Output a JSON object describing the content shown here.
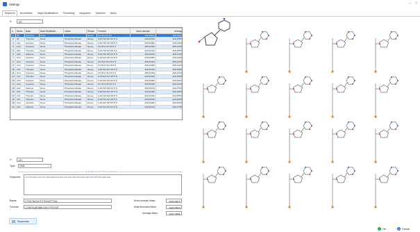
{
  "window": {
    "title": "Settings",
    "minimize": "–",
    "restore": "□"
  },
  "tabs": [
    "Sequence",
    "Nucleotides",
    "Target Modifications",
    "Processing",
    "Integration",
    "Spectrum",
    "Batch"
  ],
  "top": {
    "five_prime_label": "5':",
    "five_prime_value": "OH"
  },
  "grid": {
    "headers": [
      "#",
      "Name",
      "Base",
      "Base Modificati...",
      "Linker",
      "Ribose",
      "Formula",
      "Mono-isotopic",
      "Average"
    ],
    "rows": [
      [
        "1",
        "dC",
        "Cytosine",
        "None",
        "",
        "Deoxy",
        "C9 H11 N3 O2",
        "193.08513",
        "193.20414"
      ],
      [
        "2",
        "dT",
        "Thymine",
        "None",
        "Phosphorothioate",
        "Deoxy",
        "C10 H12 N2 O4 P S",
        "320.02310",
        "320.25576"
      ],
      [
        "3",
        "rGd",
        "Guanine",
        "None",
        "Phosphorothioate",
        "Deoxy",
        "C10 H12 N5 O4 P S",
        "345.02960",
        "345.26976"
      ],
      [
        "4",
        "sCd",
        "Cytosine",
        "None",
        "Phosphorothioate",
        "Deoxy",
        "C9 H12 N3 O4 P S",
        "305.02333",
        "305.24476"
      ],
      [
        "5",
        "dTd",
        "Thymine",
        "None",
        "Phosphorothioate",
        "Deoxy",
        "C10 H13 N2 O5 P S",
        "320.02310",
        "320.25576"
      ],
      [
        "6",
        "sAd",
        "Adenine",
        "None",
        "Phosphorothioate",
        "Deoxy",
        "C10 H12 N5 O3 P S",
        "329.03470",
        "329.27076"
      ],
      [
        "7",
        "sGd",
        "Guanine",
        "None",
        "Phosphorothioate",
        "Deoxy",
        "C10 H12 N5 O4 P S",
        "345.02960",
        "345.26976"
      ],
      [
        "8",
        "sCd",
        "Cytosine",
        "None",
        "Phosphorothioate",
        "Deoxy",
        "C9 H12 N3 O4 P S",
        "305.02333",
        "305.24476"
      ],
      [
        "9",
        "sCd",
        "Cytosine",
        "None",
        "Phosphorothioate",
        "Deoxy",
        "C9 H12 N3 O4 P S",
        "305.02333",
        "305.24476"
      ],
      [
        "10",
        "sTd",
        "Thymine",
        "None",
        "Phosphorothioate",
        "Deoxy",
        "C10 H13 N2 O5 P S",
        "320.02310",
        "320.25576"
      ],
      [
        "11",
        "sCd",
        "Cytosine",
        "None",
        "Phosphorothioate",
        "Deoxy",
        "C9 H12 N3 O4 P S",
        "305.02333",
        "305.24476"
      ],
      [
        "12",
        "sTd",
        "Thymine",
        "None",
        "Phosphorothioate",
        "Deoxy",
        "C10 H13 N2 O5 P S",
        "320.02310",
        "320.25576"
      ],
      [
        "13",
        "sGd",
        "Guanine",
        "None",
        "Phosphorothioate",
        "Deoxy",
        "C10 H12 N5 O4 P S",
        "345.02960",
        "345.26976"
      ],
      [
        "14",
        "sCd",
        "Cytosine",
        "None",
        "Phosphorothioate",
        "Deoxy",
        "C9 H12 N3 O4 P S",
        "305.02333",
        "305.24476"
      ],
      [
        "15",
        "sAd",
        "Adenine",
        "None",
        "Phosphorothioate",
        "Deoxy",
        "C10 H12 N5 O3 P S",
        "329.03470",
        "329.27076"
      ],
      [
        "16",
        "sTd",
        "Thymine",
        "None",
        "Phosphorothioate",
        "Deoxy",
        "C10 H13 N2 O5 P S",
        "320.02310",
        "320.25576"
      ],
      [
        "17",
        "sTd",
        "Thymine",
        "None",
        "Phosphorothioate",
        "Deoxy",
        "C10 H13 N2 O5 P S",
        "320.02310",
        "320.25576"
      ],
      [
        "18",
        "sTd",
        "Thymine",
        "None",
        "Phosphorothioate",
        "Deoxy",
        "C10 H13 N2 O5 P S",
        "320.02310",
        "320.25576"
      ],
      [
        "19",
        "sGd",
        "Guanine",
        "None",
        "Phosphorothioate",
        "Deoxy",
        "C10 H12 N5 O4 P S",
        "345.02960",
        "345.26976"
      ],
      [
        "20",
        "sAd",
        "Adenine",
        "None",
        "Phosphorothioate",
        "Deoxy",
        "C10 H12 N5 O3 P S",
        "329.03470",
        "329.27076"
      ]
    ]
  },
  "bottom": {
    "three_prime_label": "3':",
    "three_prime_value": "OH",
    "type_label": "Type:",
    "type_value": "DNA",
    "legend": "Calculated Insert Dimer sequence",
    "sequence_label": "Sequence:",
    "sequence_text": "Cd sTd sGd sCd sTd sAd sGd sCd sCd sTd sCd sTd sGd sCd sAd sTd sTd sTd sGd sAd",
    "bases_label": "Bases:",
    "bases_value": "CTGCTAGCCTCTGCATTTGA",
    "formula_label": "Formula:",
    "formula_value": "C195 H248 N68 O101 P19 S19",
    "mono_label": "Mono-isotopic Mass:",
    "mono_value": "6290.06975",
    "most_label": "Most Abundant Mass:",
    "most_value": "6423.00044",
    "avg_label": "Average Mass:",
    "avg_value": "6424.70086",
    "sequences_button": "Sequences"
  },
  "dialog": {
    "ok": "OK",
    "cancel": "Cancel"
  },
  "colors": {
    "selection": "#2f7cd8",
    "alt_row": "#dcebfa",
    "accent": "#2a6bd6",
    "ok": "#27a045"
  }
}
